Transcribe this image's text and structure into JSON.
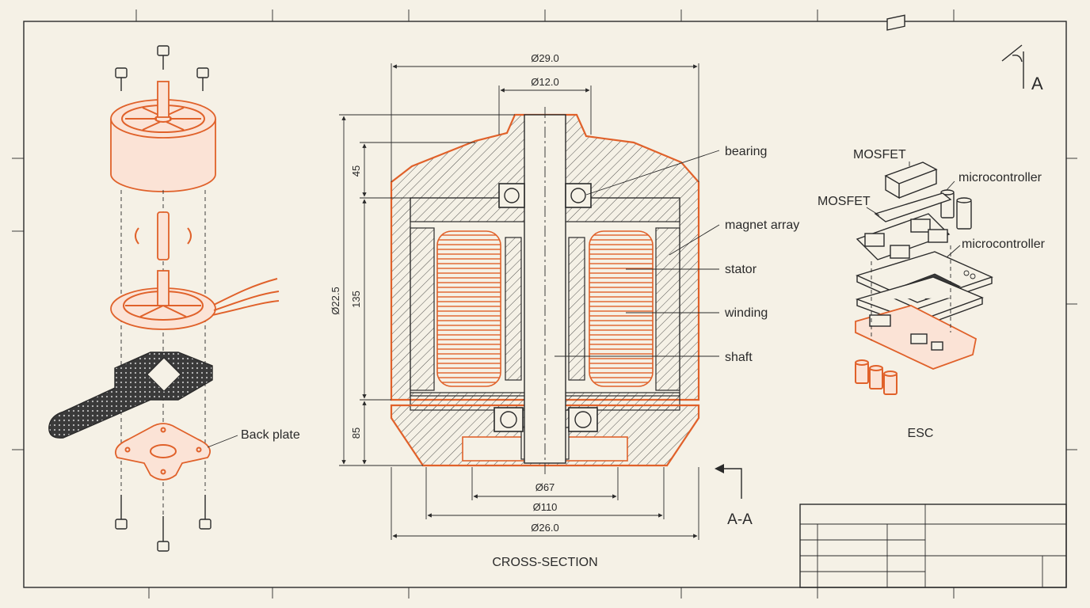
{
  "colors": {
    "paper": "#f5f1e6",
    "ink": "#2a2a2a",
    "accent": "#e0612a"
  },
  "exploded_view": {
    "back_plate_label": "Back plate"
  },
  "cross_section": {
    "title": "CROSS-SECTION",
    "section_mark": "A-A",
    "dims": {
      "outer_dia": "Ø29.0",
      "shaft_dia": "Ø12.0",
      "height_total": "Ø22.5",
      "top": "45",
      "middle": "135",
      "bottom": "85",
      "base_inner": "Ø67",
      "base_mid": "Ø110",
      "base_outer": "Ø26.0"
    },
    "callouts": [
      "bearing",
      "magnet array",
      "stator",
      "winding",
      "shaft"
    ]
  },
  "esc": {
    "title": "ESC",
    "labels": [
      "MOSFET",
      "microcontroller",
      "MOSFET",
      "microcontroller"
    ]
  },
  "section_arrow_label": "A"
}
